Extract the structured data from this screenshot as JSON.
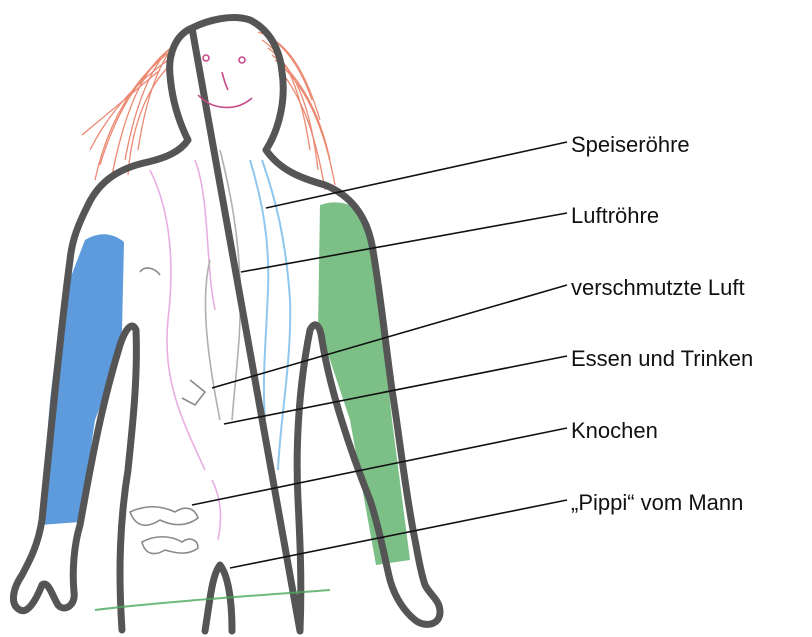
{
  "labels": {
    "speiseroehre": "Speiseröhre",
    "luftroehre": "Luftröhre",
    "verschmutzte_luft": "verschmutzte Luft",
    "essen_trinken": "Essen und Trinken",
    "knochen": "Knochen",
    "pippi": "„Pippi“ vom Mann"
  },
  "colors": {
    "outline": "#555555",
    "hair": "#e8755a",
    "left_sleeve": "#2f7fd3",
    "right_sleeve": "#4aa85a",
    "esophagus": "#8fc7ee",
    "organs": "#e6a6df",
    "bones": "#8a8a8a",
    "leader_lines": "#111111"
  }
}
